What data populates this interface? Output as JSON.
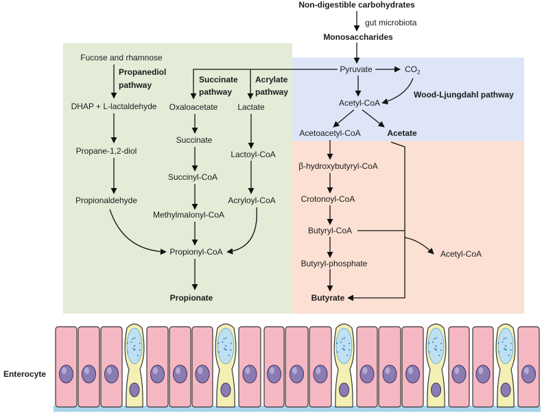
{
  "colors": {
    "propionate_region": "#e4ecd8",
    "pyruvate_region": "#dde5f7",
    "butyrate_region": "#fbe0d3",
    "enterocyte_fill": "#f5b8c2",
    "enterocyte_border": "#333333",
    "nucleus": "#8a7bb0",
    "goblet_fill": "#f4efb3",
    "mucus": "#bfe0f2",
    "basement": "#a7d3eb"
  },
  "top": {
    "substrate": "Non-digestible carbohydrates",
    "agent": "gut microbiota",
    "product": "Monosaccharides"
  },
  "central": {
    "pyruvate": "Pyruvate",
    "co2": "CO",
    "co2_sub": "2",
    "acetyl_coa": "Acetyl-CoA",
    "wood_ljungdahl": "Wood-Ljungdahl pathway",
    "acetoacetyl_coa": "Acetoacetyl-CoA",
    "acetate": "Acetate"
  },
  "butyrate": {
    "hydroxybutyryl": "β-hydroxybutyryl-CoA",
    "crotonoyl": "Crotonoyl-CoA",
    "butyryl_coa": "Butyryl-CoA",
    "butyryl_phosphate": "Butyryl-phosphate",
    "butyrate": "Butyrate",
    "acetyl_coa_out": "Acetyl-CoA"
  },
  "propionate": {
    "fucose": "Fucose and rhamnose",
    "propanediol_1": "Propanediol",
    "propanediol_2": "pathway",
    "dhap": "DHAP + L-lactaldehyde",
    "propane_diol": "Propane-1,2-diol",
    "propionaldehyde": "Propionaldehyde",
    "succinate_pw_1": "Succinate",
    "succinate_pw_2": "pathway",
    "oxaloacetate": "Oxaloacetate",
    "succinate": "Succinate",
    "succinyl_coa": "Succinyl-CoA",
    "methylmalonyl_coa": "Methylmalonyl-CoA",
    "acrylate_pw_1": "Acrylate",
    "acrylate_pw_2": "pathway",
    "lactate": "Lactate",
    "lactoyl_coa": "Lactoyl-CoA",
    "acryloyl_coa": "Acryloyl-CoA",
    "propionyl_coa": "Propionyl-CoA",
    "propionate": "Propionate"
  },
  "epithelium": {
    "label": "Enterocyte"
  }
}
